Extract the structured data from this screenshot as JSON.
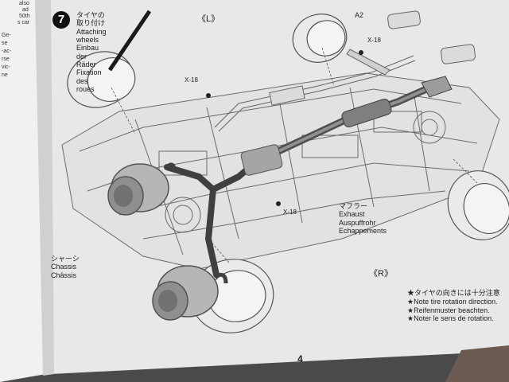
{
  "left_page": {
    "lines": [
      "also",
      "ad",
      "50th",
      "s car",
      "Ge-",
      "se",
      "-ac-",
      "rse",
      "vic-",
      "ne"
    ]
  },
  "step": {
    "number": "7",
    "title_jp": "タイヤの取り付け",
    "title_en": "Attaching wheels",
    "title_de": "Einbau der Räder",
    "title_fr": "Fixation des roues"
  },
  "labels": {
    "left_wheel": "《L》",
    "right_wheel": "《R》",
    "part_a2": "A2",
    "screw_top": "X-18",
    "screw_left": "X-18",
    "screw_bottom": "X-18",
    "muffler_jp": "マフラー",
    "muffler_en": "Exhaust",
    "muffler_de": "Auspuffrohr",
    "muffler_fr": "Echappements",
    "chassis_jp": "シャーシ",
    "chassis_en": "Chassis",
    "chassis_fr": "Châssis"
  },
  "notes": [
    "★タイヤの向きには十分注意",
    "★Note tire rotation direction.",
    "★Reifenmuster beachten.",
    "★Noter le sens de rotation."
  ],
  "page_number": "4",
  "colors": {
    "background": "#5a5a5c",
    "paper": "#e7e8e9",
    "ink": "#222222",
    "metal": "#a9abad",
    "dark_metal": "#4d4f51"
  }
}
